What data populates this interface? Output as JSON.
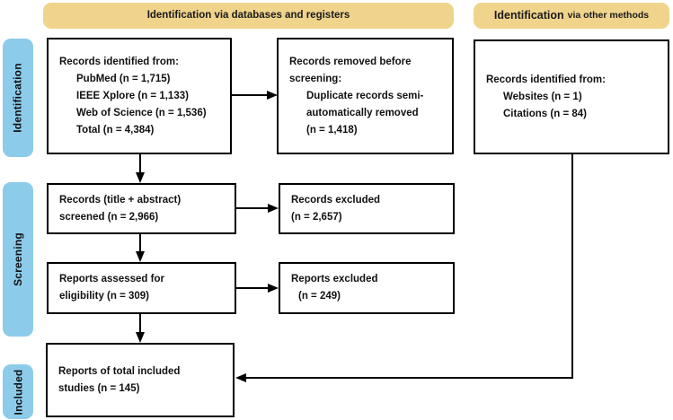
{
  "colors": {
    "page_bg": "#FFFFFF",
    "header_bg": "#F0D48C",
    "stage_bg": "#8DCBEA",
    "box_bg": "#FFFFFF",
    "border": "#000000"
  },
  "headers": {
    "databases": "Identification via databases and registers",
    "other_prefix": "Identification",
    "other_suffix": "via other methods"
  },
  "stages": {
    "identification": "Identification",
    "screening": "Screening",
    "included": "Included"
  },
  "boxes": {
    "identified_db": {
      "lines": [
        "Records identified from:",
        "PubMed (n = 1,715)",
        "IEEE Xplore (n = 1,133)",
        "Web of Science (n = 1,536)",
        "Total (n = 4,384)"
      ]
    },
    "removed_before_screening": {
      "lines": [
        "Records removed before",
        "screening:",
        "Duplicate records semi-",
        "automatically removed",
        "(n = 1,418)"
      ]
    },
    "identified_other": {
      "lines": [
        "Records identified from:",
        "Websites (n = 1)",
        "Citations (n = 84)"
      ]
    },
    "screened": {
      "lines": [
        "Records (title + abstract)",
        "screened (n = 2,966)"
      ]
    },
    "records_excluded": {
      "lines": [
        "Records excluded",
        "(n = 2,657)"
      ]
    },
    "assessed": {
      "lines": [
        "Reports assessed for",
        "eligibility (n = 309)"
      ]
    },
    "reports_excluded": {
      "lines": [
        "Reports excluded",
        "(n = 249)"
      ]
    },
    "included_studies": {
      "lines": [
        "Reports of total included",
        "studies (n = 145)"
      ]
    }
  }
}
